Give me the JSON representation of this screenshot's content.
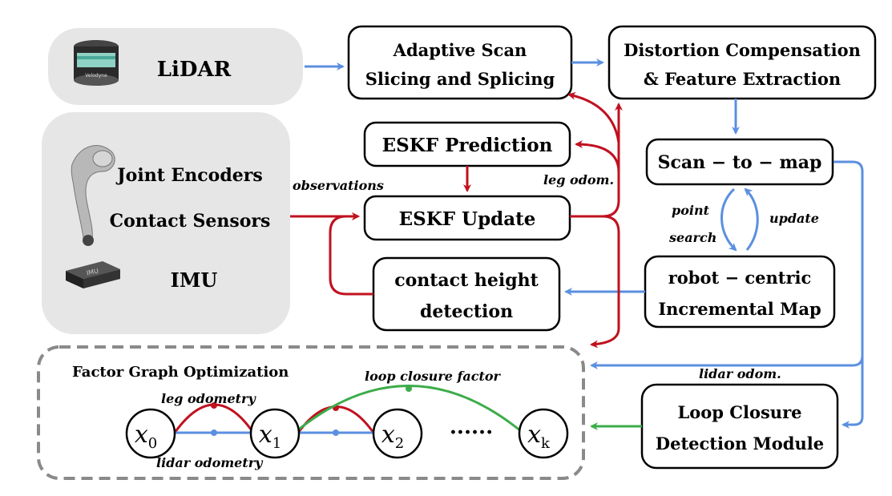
{
  "colors": {
    "red": "#c0111f",
    "blue": "#5b8fe0",
    "green": "#3cac4a",
    "panel": "#e6e6e6",
    "dash": "#8a8a8a"
  },
  "sensors": {
    "lidar": "LiDAR",
    "joint_encoders": "Joint Encoders",
    "contact_sensors": "Contact Sensors",
    "imu": "IMU",
    "lidar_brand": "Velodyne",
    "imu_chip": "IMU"
  },
  "blocks": {
    "scan_line1": "Adaptive Scan",
    "scan_line2": "Slicing and Splicing",
    "distort_line1": "Distortion Compensation",
    "distort_line2": "& Feature Extraction",
    "eskf_pred": "ESKF Prediction",
    "eskf_update": "ESKF Update",
    "contact_line1": "contact height",
    "contact_line2": "detection",
    "scan2map": "Scan − to − map",
    "map_line1": "robot − centric",
    "map_line2": "Incremental Map",
    "loop_line1": "Loop Closure",
    "loop_line2": "Detection Module"
  },
  "labels": {
    "observations": "observations",
    "leg_odom": "leg odom.",
    "lidar_odom": "lidar odom.",
    "point_search_1": "point",
    "point_search_2": "search",
    "update": "update"
  },
  "fgo": {
    "title": "Factor Graph Optimization",
    "loop_factor": "loop closure factor",
    "leg_odometry": "leg odometry",
    "lidar_odometry": "lidar odometry",
    "dots": "······",
    "nodes": [
      {
        "var": "x",
        "sub": "0"
      },
      {
        "var": "x",
        "sub": "1"
      },
      {
        "var": "x",
        "sub": "2"
      },
      {
        "var": "x",
        "sub": "k"
      }
    ]
  }
}
